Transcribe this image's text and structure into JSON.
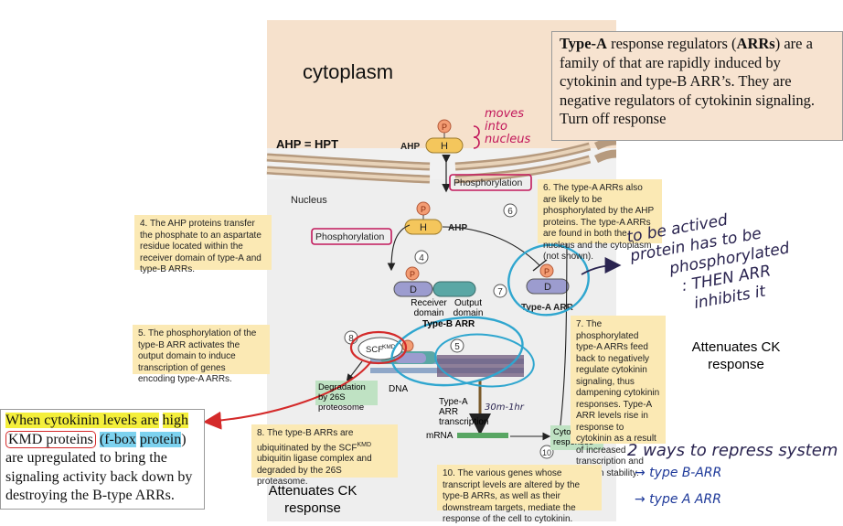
{
  "regions": {
    "cytoplasm": "cytoplasm",
    "nucleus": "Nucleus",
    "ahp_eq_hpt": "AHP = HPT"
  },
  "molecules": {
    "p": "P",
    "h": "H",
    "d": "D",
    "ahp": "AHP",
    "receiver_domain": "Receiver domain",
    "output_domain": "Output domain",
    "type_b_arr": "Type-B ARR",
    "type_a_arr": "Type-A ARR",
    "scf": "SCF",
    "scf_sup": "KMD",
    "dna": "DNA",
    "mrna": "mRNA",
    "phosphorylation": "Phosphorylation",
    "degradation": "Degradation by 26S proteosome",
    "type_a_transcription": "Type-A ARR transcription",
    "cytokinin_responses": "Cytokinin responses"
  },
  "steps": [
    "4",
    "5",
    "6",
    "7",
    "8",
    "10"
  ],
  "notes": {
    "n4": "4. The AHP proteins transfer the phosphate to an aspartate residue located within the receiver domain of type-A and type-B ARRs.",
    "n5": "5. The phosphorylation of the type-B ARR activates the output domain to induce transcription of genes encoding type-A ARRs.",
    "n6": "6. The type-A ARRs also are likely to be phosphorylated by the AHP proteins. The type-A ARRs are found in both the nucleus and the cytoplasm (not shown).",
    "n7": "7. The phosphorylated type-A ARRs feed back to negatively regulate cytokinin signaling, thus dampening cytokinin responses. Type-A ARR levels rise in response to cytokinin as a result of increased transcription and protein stability.",
    "n8_a": "8. The type-B ARRs are ubiquitinated by the SCF",
    "n8_sup": "KMD",
    "n8_b": " ubiquitin ligase complex and degraded by the 26S proteasome.",
    "n10": "10. The various genes whose transcript levels are altered by the type-B ARRs, as well as their downstream targets, mediate the response of the cell to cytokinin."
  },
  "typeA_box": {
    "bold1": "Type-A",
    "t1": " response regulators (",
    "bold2": "ARRs",
    "t2": ") are a family of that are rapidly induced by cytokinin and type-B ARR’s. They are negative regulators of cytokinin signaling. Turn off response"
  },
  "kmd_box": {
    "p1": "When cytokinin levels are",
    "p2": "high",
    "p3": "KMD proteins",
    "p4": "(f-box",
    "p5": "protein",
    "p6": ") are upregulated to bring the signaling activity back down by destroying the B-type ARRs."
  },
  "attenuates_1": "Attenuates CK response",
  "attenuates_2": "Attenuates CK response",
  "handwriting": {
    "moves": [
      "moves",
      "into",
      "nucleus"
    ],
    "to_be_active": [
      "to be actived",
      "protein has to be",
      "phosphorylated",
      ": THEN ARR",
      "inhibits it"
    ],
    "time": "30m-1hr",
    "two_ways": "2 ways to repress system",
    "type_b": "→ type B-ARR",
    "type_a": "→ type A ARR"
  },
  "colors": {
    "cytoplasm_bg": "#f6e1cc",
    "note_bg": "#fbe9b4",
    "highlight_yellow": "#f4ef3b",
    "highlight_blue": "#7dd2ef",
    "pen_red": "#d42a2a",
    "pen_blue": "#2fa6cf",
    "pen_magenta": "#c2185b",
    "pen_ink": "#2a2450"
  }
}
